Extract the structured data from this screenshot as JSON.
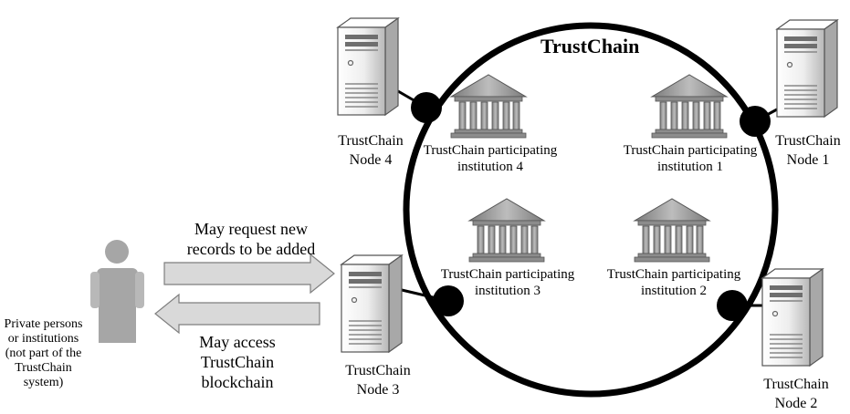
{
  "title": "TrustChain",
  "nodes": [
    {
      "line1": "TrustChain",
      "line2": "Node 4"
    },
    {
      "line1": "TrustChain",
      "line2": "Node 1"
    },
    {
      "line1": "TrustChain",
      "line2": "Node 3"
    },
    {
      "line1": "TrustChain",
      "line2": "Node 2"
    }
  ],
  "institutions": [
    {
      "line1": "TrustChain participating",
      "line2": "institution 4"
    },
    {
      "line1": "TrustChain participating",
      "line2": "institution 1"
    },
    {
      "line1": "TrustChain participating",
      "line2": "institution 3"
    },
    {
      "line1": "TrustChain participating",
      "line2": "institution 2"
    }
  ],
  "arrows": {
    "request": {
      "line1": "May request new",
      "line2": "records to be added"
    },
    "access": {
      "line1": "May access",
      "line2": "TrustChain",
      "line3": "blockchain"
    }
  },
  "person": {
    "line1": "Private persons",
    "line2": "or institutions",
    "line3": "(not part of the",
    "line4": "TrustChain",
    "line5": "system)"
  },
  "colors": {
    "ring": "#000000",
    "connector": "#000000",
    "person": "#a6a6a6",
    "arrow_fill": "#d9d9d9",
    "arrow_stroke": "#7f7f7f",
    "server_body": "#f2f2f2",
    "building": "#9a9a9a"
  }
}
